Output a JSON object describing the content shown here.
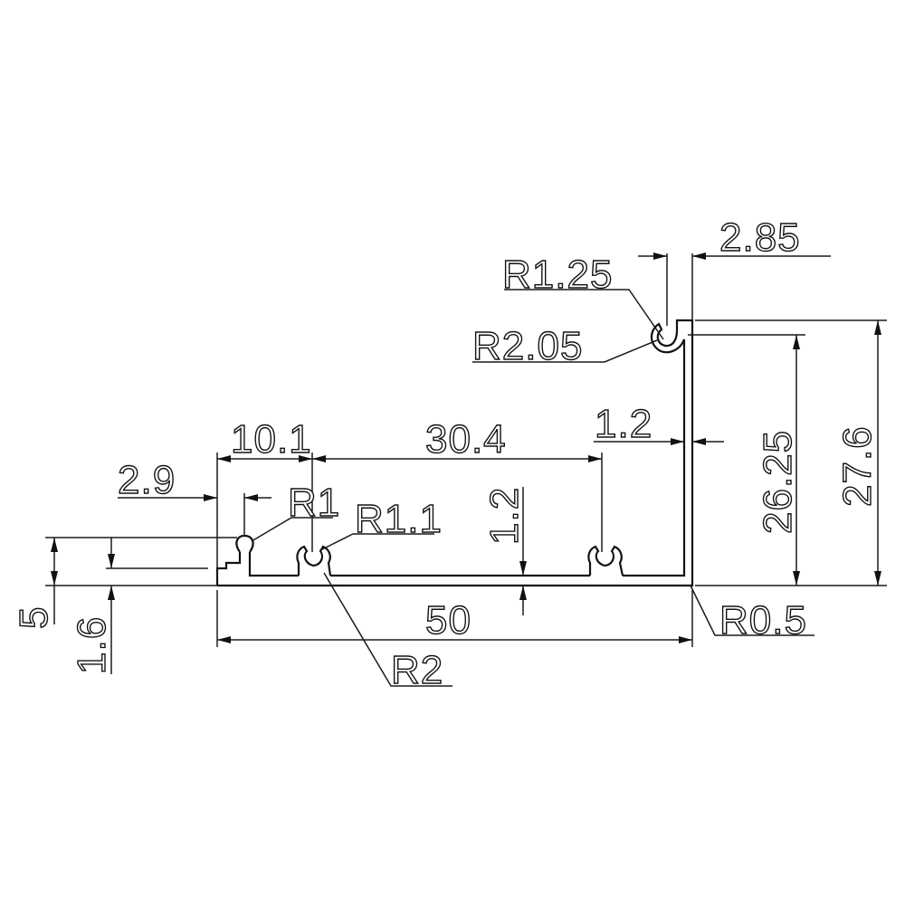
{
  "dimensions": {
    "d_2_85": "2.85",
    "r_1_25": "R1.25",
    "r_2_05": "R2.05",
    "d_1_2_wall": "1.2",
    "d_26_25": "26.25",
    "d_27_6": "27.6",
    "d_10_1": "10.1",
    "d_30_4": "30.4",
    "d_2_9": "2.9",
    "r_1": "R1",
    "r_1_1": "R1.1",
    "d_1_2_base": "1.2",
    "d_5": "5",
    "d_1_6": "1.6",
    "d_50": "50",
    "r_0_5": "R0.5",
    "r_2": "R2"
  },
  "colors": {
    "line": "#111111",
    "background": "#ffffff"
  }
}
